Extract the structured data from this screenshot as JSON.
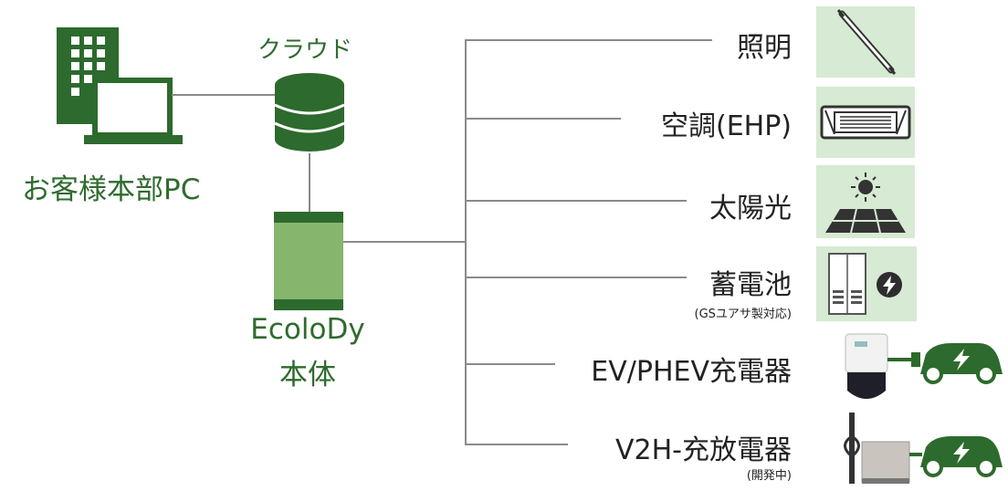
{
  "client": {
    "label": "お客様本部PC"
  },
  "cloud": {
    "label": "クラウド"
  },
  "main_unit": {
    "name": "EcoloDy",
    "sub": "本体"
  },
  "devices": [
    {
      "label": "照明",
      "sub": "",
      "icon": "fluorescent-tube-icon"
    },
    {
      "label": "空調(EHP)",
      "sub": "",
      "icon": "ceiling-ac-icon"
    },
    {
      "label": "太陽光",
      "sub": "",
      "icon": "solar-panel-icon"
    },
    {
      "label": "蓄電池",
      "sub": "(GSユアサ製対応)",
      "icon": "battery-cabinet-icon"
    },
    {
      "label": "EV/PHEV充電器",
      "sub": "",
      "icon": "ev-charger-icon"
    },
    {
      "label": "V2H-充放電器",
      "sub": "(開発中)",
      "icon": "v2h-unit-icon"
    }
  ],
  "colors": {
    "dark_green": "#2d6a2d",
    "light_green": "#86b56e",
    "tile_bg": "#d7ead3",
    "line": "#8a8a8a"
  }
}
